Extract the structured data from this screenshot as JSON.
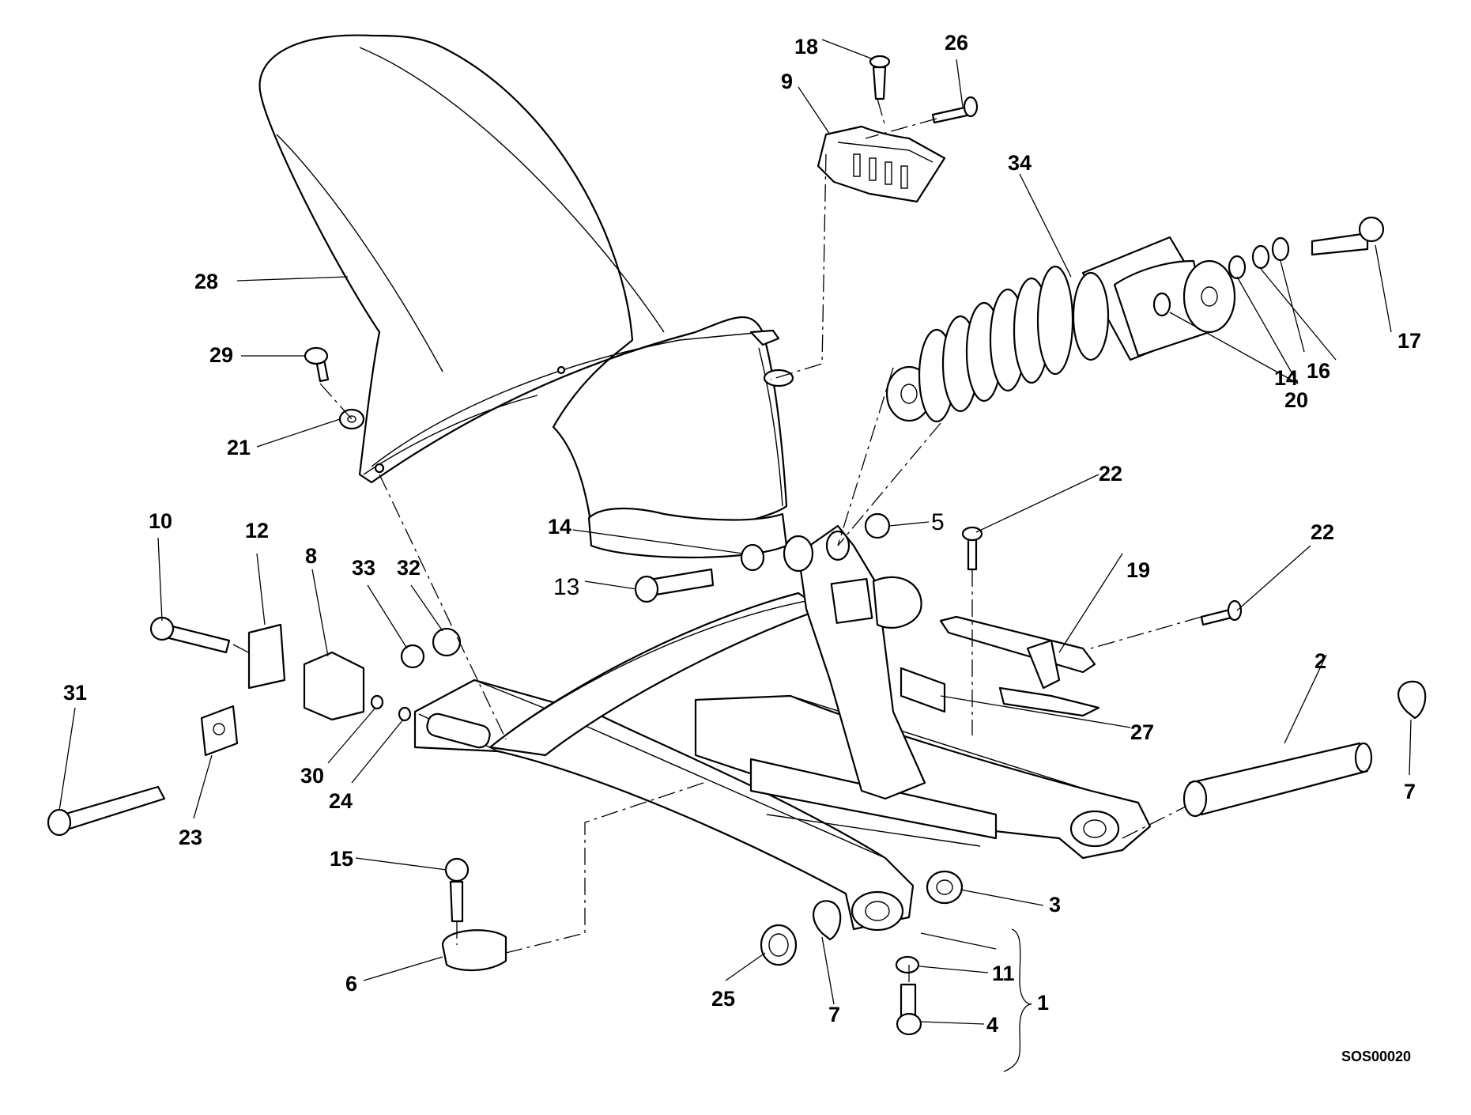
{
  "diagram": {
    "code": "SOS00020",
    "callouts": [
      {
        "id": "c1",
        "text": "1"
      },
      {
        "id": "c2",
        "text": "2"
      },
      {
        "id": "c3",
        "text": "3"
      },
      {
        "id": "c4",
        "text": "4"
      },
      {
        "id": "c5",
        "text": "5"
      },
      {
        "id": "c6",
        "text": "6"
      },
      {
        "id": "c7a",
        "text": "7"
      },
      {
        "id": "c7b",
        "text": "7"
      },
      {
        "id": "c8",
        "text": "8"
      },
      {
        "id": "c9",
        "text": "9"
      },
      {
        "id": "c10",
        "text": "10"
      },
      {
        "id": "c11",
        "text": "11"
      },
      {
        "id": "c12",
        "text": "12"
      },
      {
        "id": "c13",
        "text": "13"
      },
      {
        "id": "c14a",
        "text": "14"
      },
      {
        "id": "c14b",
        "text": "14"
      },
      {
        "id": "c15",
        "text": "15"
      },
      {
        "id": "c16",
        "text": "16"
      },
      {
        "id": "c17",
        "text": "17"
      },
      {
        "id": "c18",
        "text": "18"
      },
      {
        "id": "c19",
        "text": "19"
      },
      {
        "id": "c20",
        "text": "20"
      },
      {
        "id": "c21",
        "text": "21"
      },
      {
        "id": "c22a",
        "text": "22"
      },
      {
        "id": "c22b",
        "text": "22"
      },
      {
        "id": "c23",
        "text": "23"
      },
      {
        "id": "c24",
        "text": "24"
      },
      {
        "id": "c25",
        "text": "25"
      },
      {
        "id": "c26",
        "text": "26"
      },
      {
        "id": "c27",
        "text": "27"
      },
      {
        "id": "c28",
        "text": "28"
      },
      {
        "id": "c29",
        "text": "29"
      },
      {
        "id": "c30",
        "text": "30"
      },
      {
        "id": "c31",
        "text": "31"
      },
      {
        "id": "c32",
        "text": "32"
      },
      {
        "id": "c33",
        "text": "33"
      },
      {
        "id": "c34",
        "text": "34"
      }
    ]
  }
}
